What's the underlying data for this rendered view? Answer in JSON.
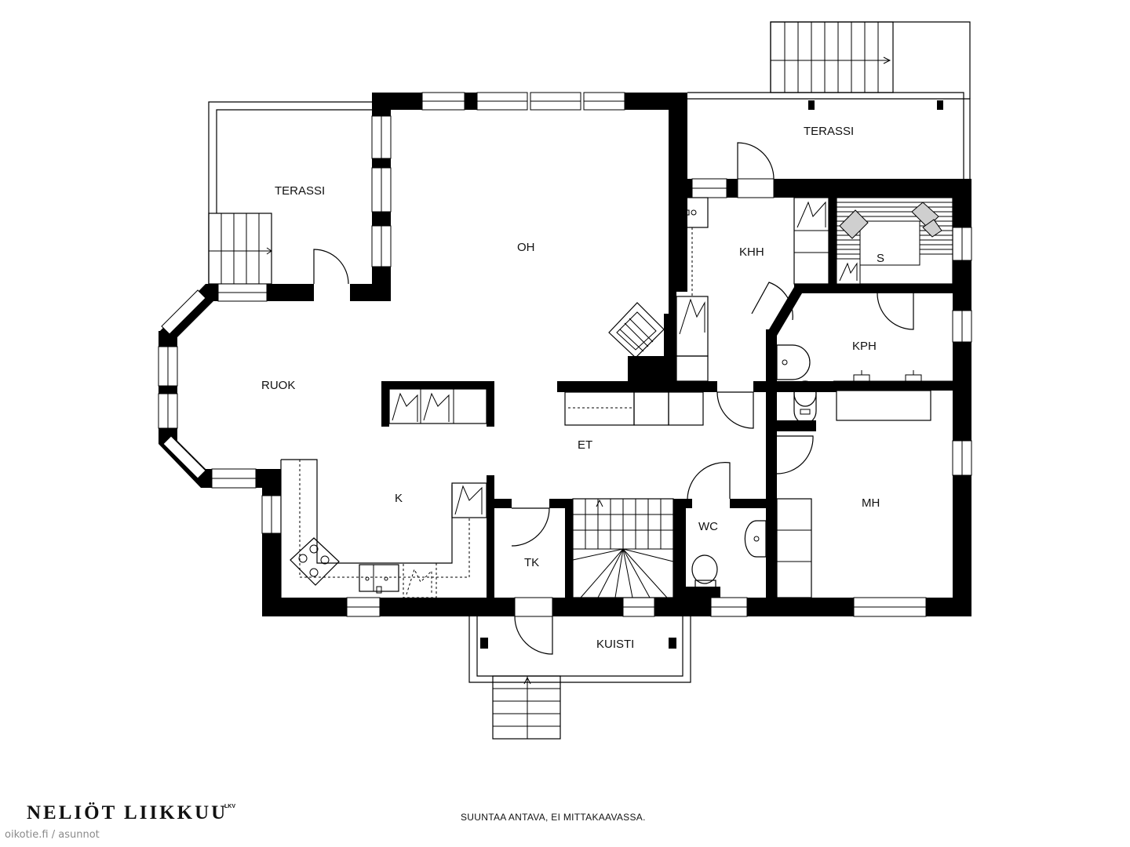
{
  "rooms": {
    "terassi_left": "TERASSI",
    "terassi_right": "TERASSI",
    "oh": "OH",
    "khh": "KHH",
    "s": "S",
    "kph": "KPH",
    "ruok": "RUOK",
    "et": "ET",
    "k": "K",
    "wc": "WC",
    "tk": "TK",
    "mh": "MH",
    "kuisti": "KUISTI"
  },
  "branding": {
    "logo_text": "NELIÖT LIIKKUU",
    "logo_superscript": "LKV",
    "caption": "SUUNTAA ANTAVA, EI MITTAKAAVASSA.",
    "watermark": "oikotie.fi / asunnot"
  }
}
